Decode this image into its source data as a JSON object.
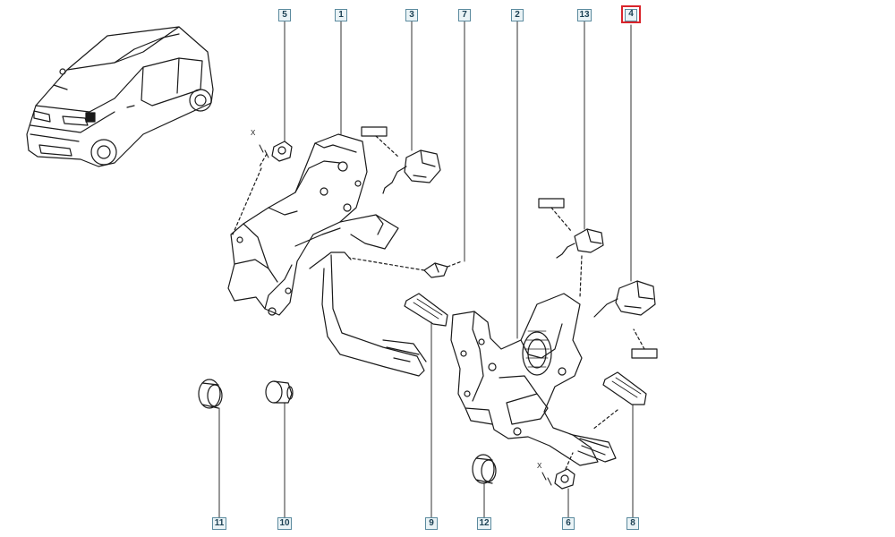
{
  "diagram": {
    "highlight_color": "#d9242b",
    "callout_color": "#5b8a9e",
    "callouts": [
      {
        "label": "5",
        "highlighted": false
      },
      {
        "label": "1",
        "highlighted": false
      },
      {
        "label": "3",
        "highlighted": false
      },
      {
        "label": "7",
        "highlighted": false
      },
      {
        "label": "2",
        "highlighted": false
      },
      {
        "label": "13",
        "highlighted": false
      },
      {
        "label": "4",
        "highlighted": true
      },
      {
        "label": "11",
        "highlighted": false
      },
      {
        "label": "10",
        "highlighted": false
      },
      {
        "label": "9",
        "highlighted": false
      },
      {
        "label": "12",
        "highlighted": false
      },
      {
        "label": "6",
        "highlighted": false
      },
      {
        "label": "8",
        "highlighted": false
      }
    ],
    "torque_marks": [
      "X",
      "X"
    ]
  }
}
